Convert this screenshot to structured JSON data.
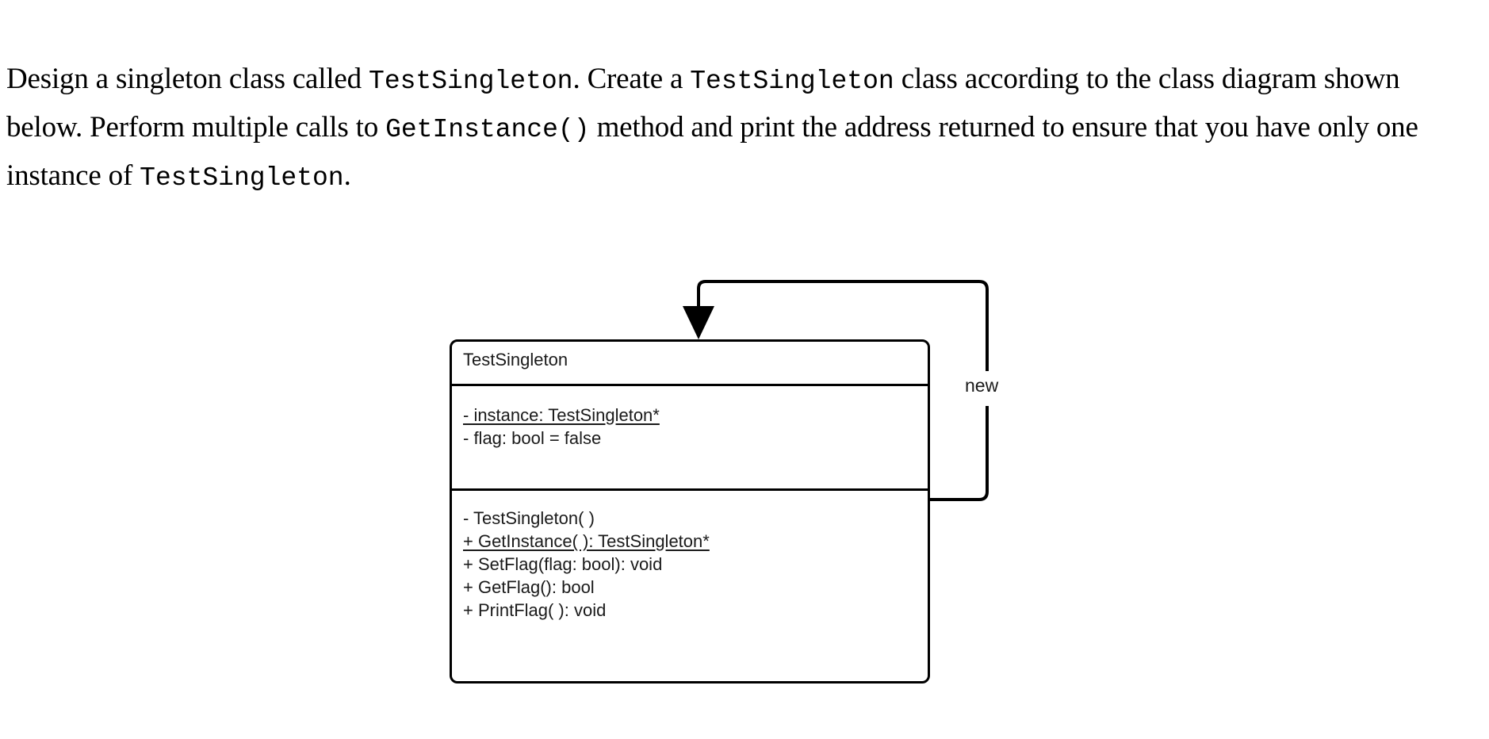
{
  "prose": {
    "segments": [
      {
        "text": "Design a singleton class called ",
        "mono": false
      },
      {
        "text": "TestSingleton",
        "mono": true
      },
      {
        "text": ". Create a ",
        "mono": false
      },
      {
        "text": "TestSingleton",
        "mono": true
      },
      {
        "text": " class according to the class diagram shown below. Perform multiple calls to ",
        "mono": false
      },
      {
        "text": "GetInstance()",
        "mono": true
      },
      {
        "text": " method and print the address returned to ensure that you have only one instance of ",
        "mono": false
      },
      {
        "text": "TestSingleton",
        "mono": true
      },
      {
        "text": ".",
        "mono": false
      }
    ],
    "full_text": "Design a singleton class called TestSingleton. Create a TestSingleton class according to the class diagram shown below. Perform multiple calls to GetInstance() method and print the address returned to ensure that you have only one instance of TestSingleton."
  },
  "diagram": {
    "type": "uml-class-diagram",
    "class_box": {
      "name": "TestSingleton",
      "attributes": [
        {
          "text": "- instance: TestSingleton*",
          "static": true
        },
        {
          "text": "- flag: bool = false",
          "static": false
        }
      ],
      "operations": [
        {
          "text": "- TestSingleton( )",
          "static": false
        },
        {
          "text": "+ GetInstance( ): TestSingleton*",
          "static": true
        },
        {
          "text": "+ SetFlag(flag: bool): void",
          "static": false
        },
        {
          "text": "+ GetFlag(): bool",
          "static": false
        },
        {
          "text": "+ PrintFlag( ): void",
          "static": false
        }
      ]
    },
    "association": {
      "label": "new",
      "kind": "self-association-arrow",
      "arrowhead": "filled-triangle"
    },
    "colors": {
      "stroke": "#000000",
      "text": "#1a1a1a",
      "background": "#ffffff"
    }
  }
}
